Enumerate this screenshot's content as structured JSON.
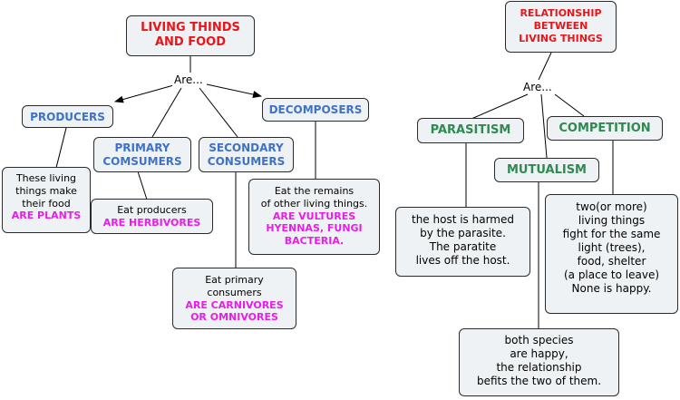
{
  "left_map": {
    "title": [
      "LIVING THINDS",
      "AND FOOD"
    ],
    "linking_phrase": "Are...",
    "producers": {
      "label": "PRODUCERS",
      "desc": [
        "These living",
        "things make",
        "their food"
      ],
      "highlight": "ARE PLANTS"
    },
    "primary": {
      "label": [
        "PRIMARY",
        "COMSUMERS"
      ],
      "desc": [
        "Eat producers"
      ],
      "highlight": [
        "ARE HERBIVORES"
      ]
    },
    "secondary": {
      "label": [
        "SECONDARY",
        "CONSUMERS"
      ],
      "desc": [
        "Eat primary",
        "consumers"
      ],
      "highlight": [
        "ARE CARNIVORES",
        "OR OMNIVORES"
      ]
    },
    "decomposers": {
      "label": "DECOMPOSERS",
      "desc": [
        "Eat the remains",
        "of other living things."
      ],
      "highlight": [
        "ARE VULTURES",
        "HYENNAS, FUNGI",
        "BACTERIA."
      ]
    }
  },
  "right_map": {
    "title": [
      "RELATIONSHIP",
      "BETWEEN",
      "LIVING THINGS"
    ],
    "linking_phrase": "Are...",
    "parasitism": {
      "label": "PARASITISM",
      "desc": [
        "the host is harmed",
        "by the parasite.",
        "The paratite",
        "lives off the host."
      ]
    },
    "mutualism": {
      "label": "MUTUALISM",
      "desc": [
        "both  species",
        "are happy,",
        "the relationship",
        "befits the two of them."
      ]
    },
    "competition": {
      "label": "COMPETITION",
      "desc": [
        "two(or more)",
        "living things",
        "fight for the same",
        "light (trees),",
        "food, shelter",
        "(a place to leave)",
        "None is happy."
      ]
    }
  },
  "colors": {
    "title": "#e8161b",
    "concept_blue": "#3f72c6",
    "concept_green": "#2f8a52",
    "highlight": "#e61ee6",
    "node_fill": "#eef2f4"
  }
}
